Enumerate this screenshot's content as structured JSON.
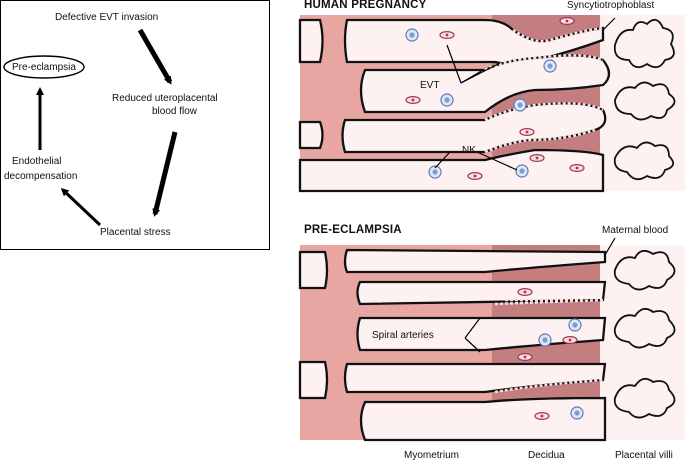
{
  "cycle": {
    "step1": "Defective EVT invasion",
    "step2_line1": "Reduced uteroplacental",
    "step2_line2": "blood flow",
    "step3": "Placental stress",
    "step4_line1": "Endothelial",
    "step4_line2": "decompensation",
    "outcome": "Pre-eclampsia"
  },
  "panel_top": {
    "title": "HUMAN PREGNANCY",
    "label_syncytio": "Syncytiotrophoblast",
    "label_evt": "EVT",
    "label_nk": "NK"
  },
  "panel_bottom": {
    "title": "PRE-ECLAMPSIA",
    "label_maternal": "Maternal blood",
    "label_spiral": "Spiral arteries"
  },
  "regions": {
    "myometrium": "Myometrium",
    "decidua": "Decidua",
    "villi": "Placental villi"
  },
  "colors": {
    "myometrium": "#e8a6a3",
    "decidua": "#c47e80",
    "lumen": "#fdf2f1",
    "outline": "#111111"
  }
}
